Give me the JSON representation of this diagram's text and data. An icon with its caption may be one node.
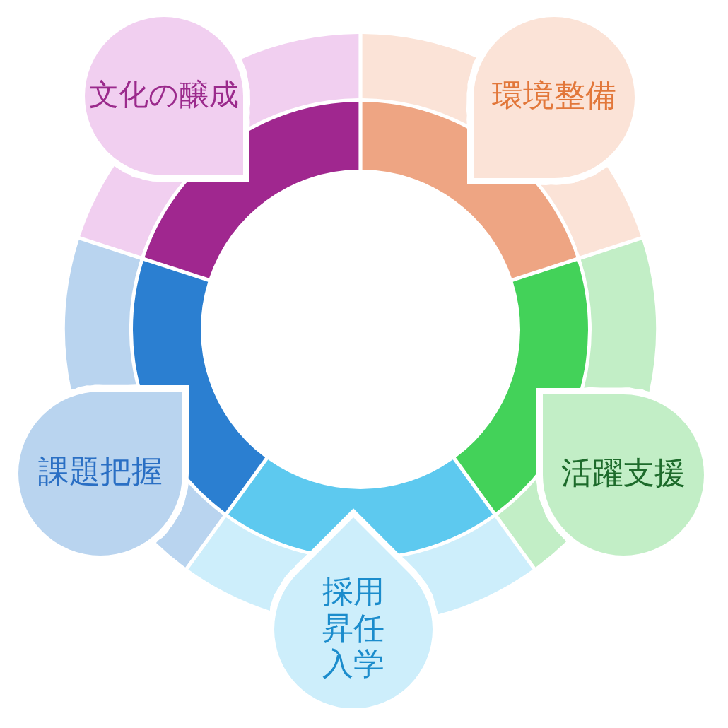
{
  "diagram": {
    "nodes": [
      {
        "text": [
          "文化の醸成"
        ]
      },
      {
        "text": [
          "環境整備"
        ]
      },
      {
        "text": [
          "課題把握"
        ]
      },
      {
        "text": [
          "活躍支援"
        ]
      },
      {
        "text": [
          "採用昇任入学"
        ]
      },
      {
        "text": [],
        "shape": "arc"
      },
      {
        "text": [],
        "shape": "arc"
      },
      {
        "text": [],
        "shape": "arc"
      },
      {
        "text": [],
        "shape": "arc"
      },
      {
        "text": [],
        "shape": "arc"
      },
      {
        "text": [],
        "shape": "arc"
      },
      {
        "text": [],
        "shape": "arc"
      },
      {
        "text": [],
        "shape": "arc"
      },
      {
        "text": [],
        "shape": "arc"
      },
      {
        "text": [],
        "shape": "arc"
      },
      {
        "text": [],
        "shape": "arc"
      },
      {
        "text": [],
        "shape": "arc"
      },
      {
        "text": [],
        "shape": "arc"
      },
      {
        "text": [],
        "shape": "arc"
      },
      {
        "text": [],
        "shape": "arc"
      }
    ]
  }
}
